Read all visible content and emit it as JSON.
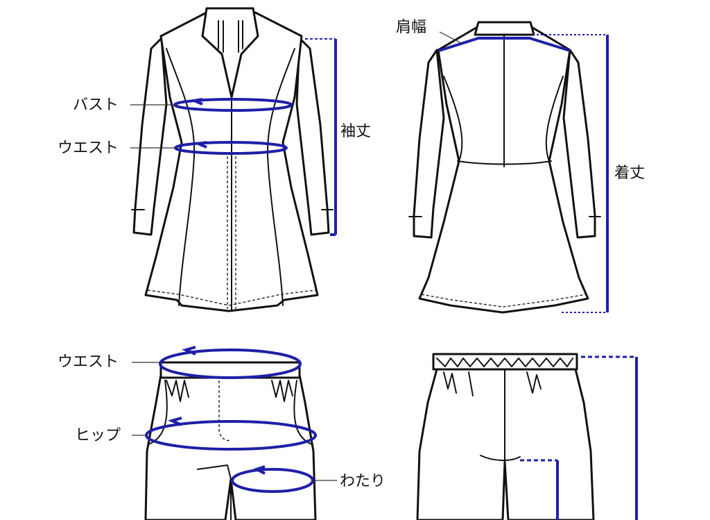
{
  "colors": {
    "measure": "#1f1fa8",
    "line": "#111111",
    "background": "#ffffff"
  },
  "labels": {
    "bust": "バスト",
    "waist_top": "ウエスト",
    "sleeve_length": "袖丈",
    "shoulder_width": "肩幅",
    "length": "着丈",
    "waist_pants": "ウエスト",
    "hip": "ヒップ",
    "thigh": "わたり"
  }
}
